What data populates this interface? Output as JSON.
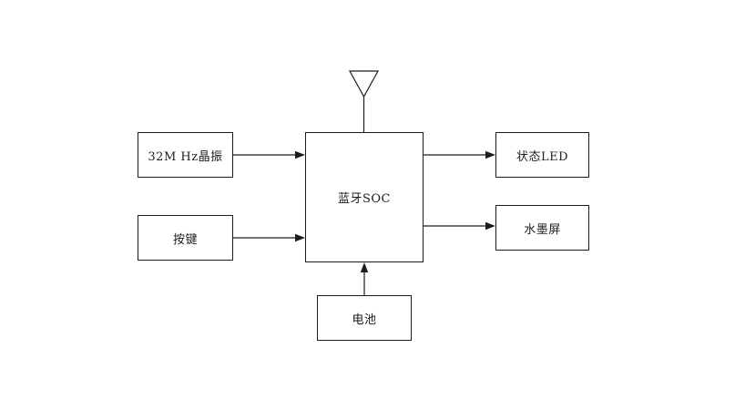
{
  "diagram": {
    "type": "block-diagram",
    "blocks": {
      "crystal": {
        "label": "32M Hz晶振"
      },
      "button": {
        "label": "按键"
      },
      "soc": {
        "label": "蓝牙SOC"
      },
      "status_led": {
        "label": "状态LED"
      },
      "eink": {
        "label": "水墨屏"
      },
      "battery": {
        "label": "电池"
      }
    },
    "icons": {
      "antenna": "antenna-icon"
    },
    "connections": [
      {
        "from": "crystal",
        "to": "soc",
        "style": "arrow"
      },
      {
        "from": "button",
        "to": "soc",
        "style": "arrow"
      },
      {
        "from": "soc",
        "to": "status_led",
        "style": "arrow"
      },
      {
        "from": "soc",
        "to": "eink",
        "style": "arrow"
      },
      {
        "from": "battery",
        "to": "soc",
        "style": "arrow"
      },
      {
        "from": "antenna",
        "to": "soc",
        "style": "line"
      }
    ],
    "colors": {
      "background": "#ffffff",
      "line": "#1c1c1c",
      "box_fill": "#ffffff",
      "text": "#1c1c1c"
    }
  }
}
